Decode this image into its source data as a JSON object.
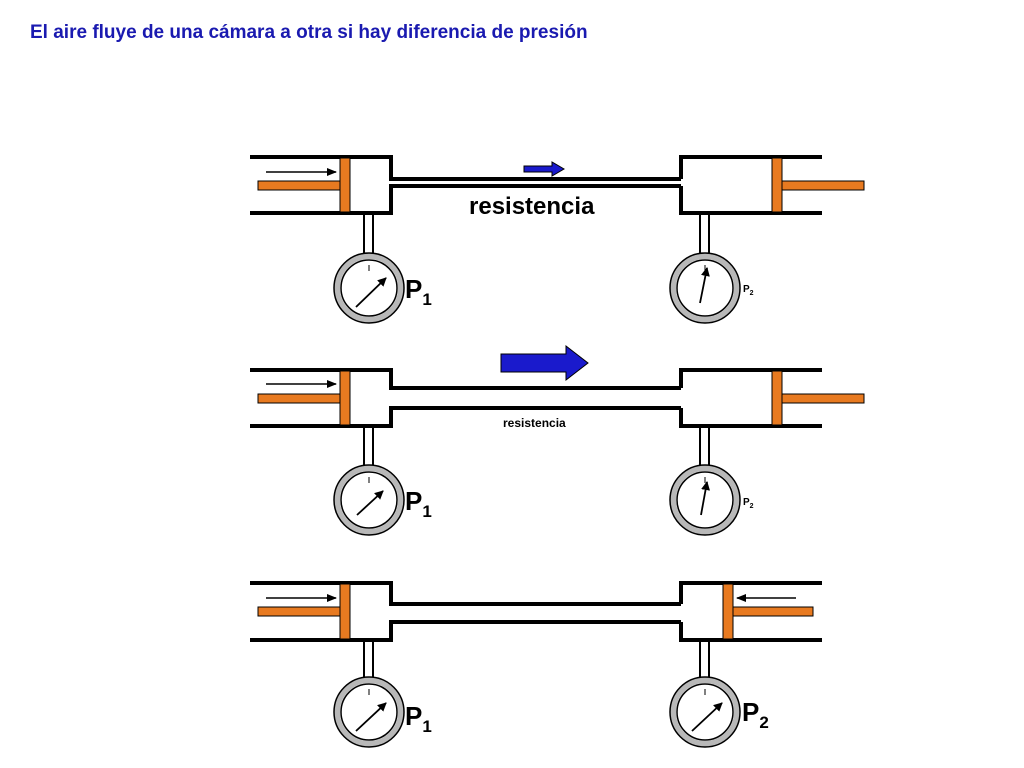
{
  "title": "El aire fluye de una cámara a otra si hay diferencia de presión",
  "colors": {
    "title": "#1a1ab0",
    "piston": "#e87a20",
    "flow_arrow": "#1a1acc",
    "wall": "#000000",
    "gauge_ring": "#b8b8b8"
  },
  "panels": [
    {
      "resistance_label": "resistencia",
      "gauge_left": {
        "label": "P",
        "subscript": "1"
      },
      "gauge_right": {
        "label": "P",
        "subscript": "2"
      }
    },
    {
      "resistance_label": "resistencia",
      "gauge_left": {
        "label": "P",
        "subscript": "1"
      },
      "gauge_right": {
        "label": "P",
        "subscript": "2"
      }
    },
    {
      "gauge_left": {
        "label": "P",
        "subscript": "1"
      },
      "gauge_right": {
        "label": "P",
        "subscript": "2"
      }
    }
  ],
  "icons": [
    "push-arrow-icon",
    "flow-arrow-icon",
    "gauge-needle-icon"
  ]
}
